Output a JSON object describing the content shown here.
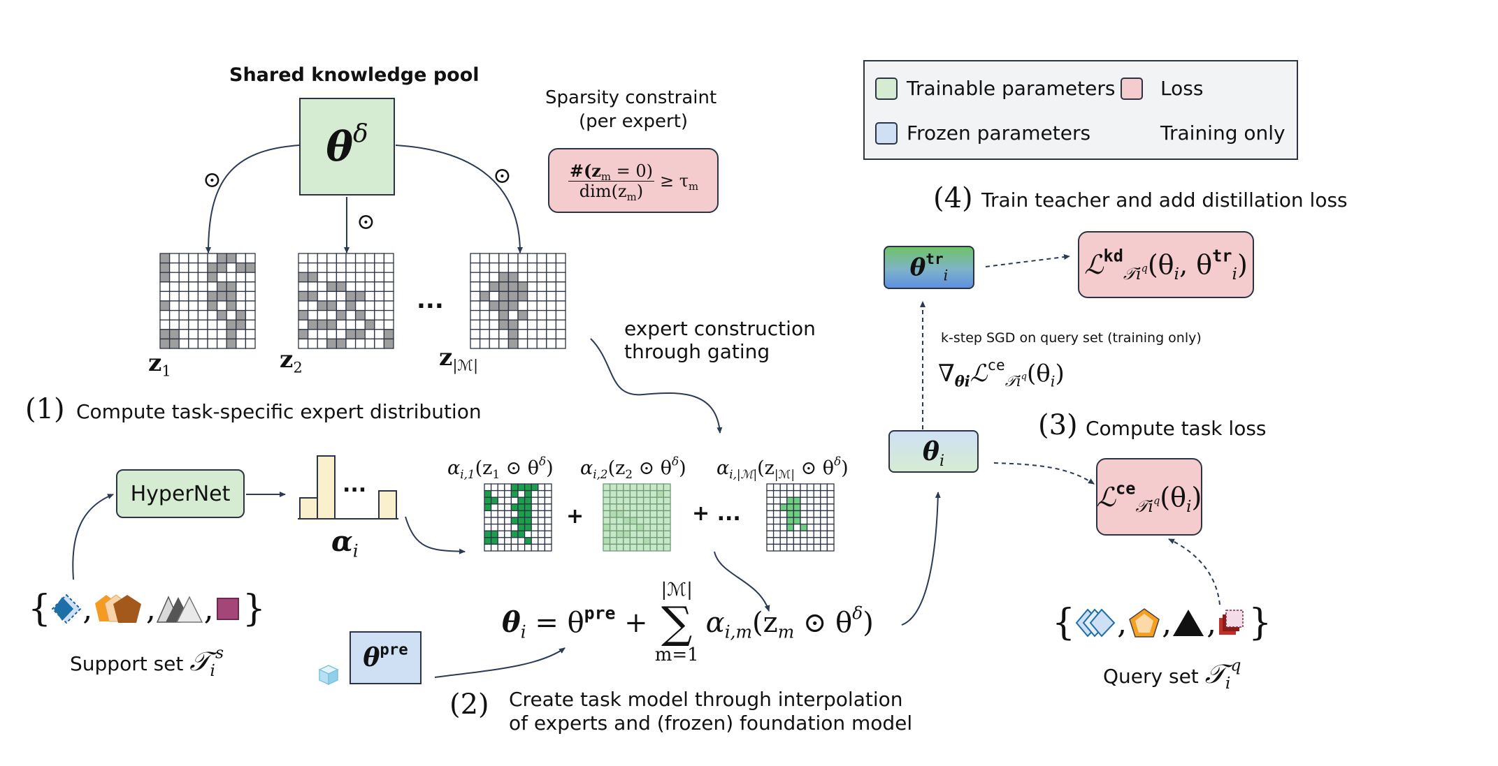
{
  "pool": {
    "title": "Shared knowledge pool",
    "theta": "θ",
    "delta": "δ",
    "hadamard": "⊙"
  },
  "masks": {
    "z1_base": "z",
    "z1_sub": "1",
    "z2_base": "z",
    "z2_sub": "2",
    "zm_base": "z",
    "zm_sub": "|ℳ|",
    "ellipsis": "..."
  },
  "sparsity": {
    "title_line1": "Sparsity constraint",
    "title_line2": "(per expert)",
    "formula_num": "#(z",
    "formula_num_sub": "m",
    "formula_num_end": " = 0)",
    "formula_den": "dim(z",
    "formula_den_sub": "m",
    "formula_den_end": ")",
    "formula_rhs": "≥ τ",
    "formula_rhs_sub": "m"
  },
  "legend": {
    "trainable": "Trainable parameters",
    "loss": "Loss",
    "frozen": "Frozen parameters",
    "training_only": "Training only"
  },
  "step1": {
    "num": "(1)",
    "text": "Compute task-specific expert distribution"
  },
  "step2": {
    "num": "(2)",
    "line1": "Create task model through interpolation",
    "line2": "of experts and (frozen) foundation model"
  },
  "step3": {
    "num": "(3)",
    "text": "Compute task loss"
  },
  "step4": {
    "num": "(4)",
    "text": "Train teacher and add distillation loss"
  },
  "hypernet": {
    "label": "HyperNet"
  },
  "alpha": {
    "symbol": "α",
    "sub": "i",
    "ellipsis": "..."
  },
  "expert_construction": {
    "line1": "expert construction",
    "line2": "through gating"
  },
  "experts": {
    "a1": "α",
    "a1_sub": "i,1",
    "a1_expr": "(z",
    "a1_zsub": "1",
    "a1_rest": " ⊙ θ",
    "a1_sup": "δ",
    "a1_close": ")",
    "a2": "α",
    "a2_sub": "i,2",
    "a2_expr": "(z",
    "a2_zsub": "2",
    "a2_rest": " ⊙ θ",
    "a2_sup": "δ",
    "a2_close": ")",
    "am": "α",
    "am_sub": "i,|ℳ|",
    "am_expr": "(z",
    "am_zsub": "|ℳ|",
    "am_rest": " ⊙ θ",
    "am_sup": "δ",
    "am_close": ")",
    "plus": "+",
    "plus_dots": "+ ..."
  },
  "theta_i": {
    "symbol": "θ",
    "sub": "i"
  },
  "theta_pre": {
    "symbol": "θ",
    "sup": "pre"
  },
  "theta_tr": {
    "symbol": "θ",
    "sup": "tr",
    "sub": "i"
  },
  "equation": {
    "lhs": "θ",
    "lhs_sub": "i",
    "eq": " = θ",
    "eq_sup": "pre",
    "plus": " + ",
    "sum": "∑",
    "sum_top": "|ℳ|",
    "sum_bottom": "m=1",
    "term": "α",
    "term_sub": "i,m",
    "term_rest": "(z",
    "term_zsub": "m",
    "term_mid": " ⊙ θ",
    "term_sup": "δ",
    "term_close": ")"
  },
  "sgd": {
    "label": "k-step SGD on query set (training only)",
    "grad": "∇",
    "grad_sub": "θi",
    "grad_L": "ℒ",
    "grad_sup": "ce",
    "grad_task": "𝒯",
    "grad_task_sub": "i",
    "grad_task_sup": "q",
    "grad_arg": "(θ",
    "grad_arg_sub": "i",
    "grad_close": ")"
  },
  "loss_kd": {
    "L": "ℒ",
    "sup": "kd",
    "sub": "𝒯",
    "sub_sub": "i",
    "sub_sup": "q",
    "args": "(θ",
    "args_sub": "i",
    "args_mid": ", θ",
    "args_sup": "tr",
    "args_sub2": "i",
    "args_close": ")"
  },
  "loss_ce": {
    "L": "ℒ",
    "sup": "ce",
    "sub": "𝒯",
    "sub_sub": "i",
    "sub_sup": "q",
    "args": "(θ",
    "args_sub": "i",
    "args_close": ")"
  },
  "support": {
    "label": "Support set",
    "T": "𝒯",
    "T_sub": "i",
    "T_sup": "s",
    "lbrace": "{",
    "rbrace": "}",
    "comma": ","
  },
  "query": {
    "label": "Query set",
    "T": "𝒯",
    "T_sub": "i",
    "T_sup": "q",
    "lbrace": "{",
    "rbrace": "}",
    "comma": ","
  },
  "colors": {
    "trainable": "#d6ecd2",
    "loss": "#f5cccd",
    "frozen": "#cfe0f5",
    "border": "#2b3345",
    "arrow": "#2b3a55",
    "mask_gray": "#9e9e9e",
    "green_dark": "#1aa04a",
    "green_light": "#c7e8c6",
    "beige": "#fbf0cd"
  }
}
